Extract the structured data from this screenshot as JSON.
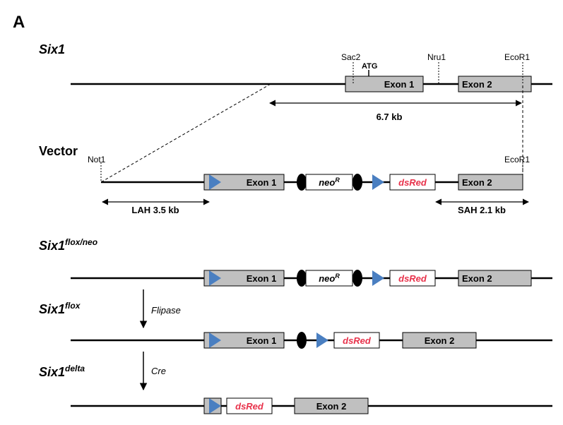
{
  "panel_label": "A",
  "labels": {
    "wt": "Six1",
    "vector": "Vector",
    "flox_neo_base": "Six1",
    "flox_neo_sup": "flox/neo",
    "flox_base": "Six1",
    "flox_sup": "flox",
    "delta_base": "Six1",
    "delta_sup": "delta"
  },
  "sites": {
    "sac2": "Sac2",
    "atg": "ATG",
    "nru1": "Nru1",
    "ecor1_wt": "EcoR1",
    "not1": "Not1",
    "ecor1_vec": "EcoR1"
  },
  "elements": {
    "exon1": "Exon 1",
    "exon2": "Exon 2",
    "neo_base": "neo",
    "neo_sup": "R",
    "dsred": "dsRed"
  },
  "measures": {
    "span": "6.7 kb",
    "lah": "LAH 3.5 kb",
    "sah": "SAH 2.1 kb"
  },
  "steps": {
    "flipase": "Flipase",
    "cre": "Cre"
  },
  "colors": {
    "exon_fill": "#c0c0c0",
    "frt_loxp_triangle": "#4a7fc1",
    "dsred_text": "#e8314a",
    "ellipse": "#000000"
  }
}
